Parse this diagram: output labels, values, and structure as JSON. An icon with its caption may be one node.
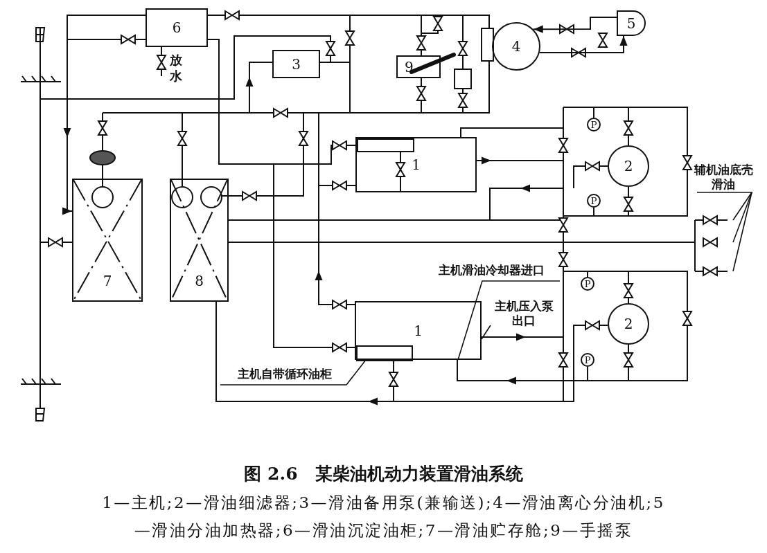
{
  "diagram": {
    "title": "图 2.6　某柴油机动力装置滑油系统",
    "caption": "1—主机;2—滑油细滤器;3—滑油备用泵(兼输送);4—滑油离心分油机;5—滑油分油加热器;6—滑油沉淀油柜;7—滑油贮存舱;9—手摇泵",
    "nodes": [
      {
        "text": [
          "6"
        ],
        "beside": [
          "放水"
        ]
      },
      {
        "text": [
          "3"
        ]
      },
      {
        "text": [
          "9"
        ]
      },
      {
        "text": [
          "4"
        ]
      },
      {
        "text": [
          "5"
        ]
      },
      {
        "text": [
          "1"
        ]
      },
      {
        "text": [],
        "shape": "box",
        "in": 5
      },
      {
        "text": [
          "P"
        ]
      },
      {
        "text": [
          "2"
        ]
      },
      {
        "text": [
          "P"
        ]
      },
      {
        "text": [
          "7"
        ]
      },
      {
        "text": [
          "8"
        ]
      },
      {
        "text": [
          "主机滑油冷却器进口"
        ]
      },
      {
        "text": [
          "P"
        ]
      },
      {
        "text": [
          "辅机油底壳滑油"
        ]
      },
      {
        "text": [
          "主机压入泵出口"
        ]
      },
      {
        "text": [
          "1"
        ]
      },
      {
        "text": [],
        "shape": "box",
        "in": 16
      },
      {
        "text": [
          "2"
        ]
      },
      {
        "text": [
          "P"
        ]
      },
      {
        "text": [
          "主机自带循环油柜"
        ]
      }
    ],
    "edges": [
      {
        "from": 0,
        "to": 10,
        "arrow": "to"
      },
      {
        "from": 4,
        "to": 3,
        "arrow": "to"
      },
      {
        "from": 3,
        "to": 4,
        "arrow": "to"
      },
      {
        "from": 20,
        "to": 17,
        "arrow": "none"
      },
      {
        "from": 12,
        "to": 16,
        "arrow": "none"
      },
      {
        "from": 15,
        "to": 16,
        "arrow": "none"
      },
      {
        "from": 14,
        "to": null,
        "arrow": "none"
      },
      {
        "from": 14,
        "to": null,
        "arrow": "none"
      },
      {
        "from": 14,
        "to": null,
        "arrow": "none"
      }
    ]
  }
}
